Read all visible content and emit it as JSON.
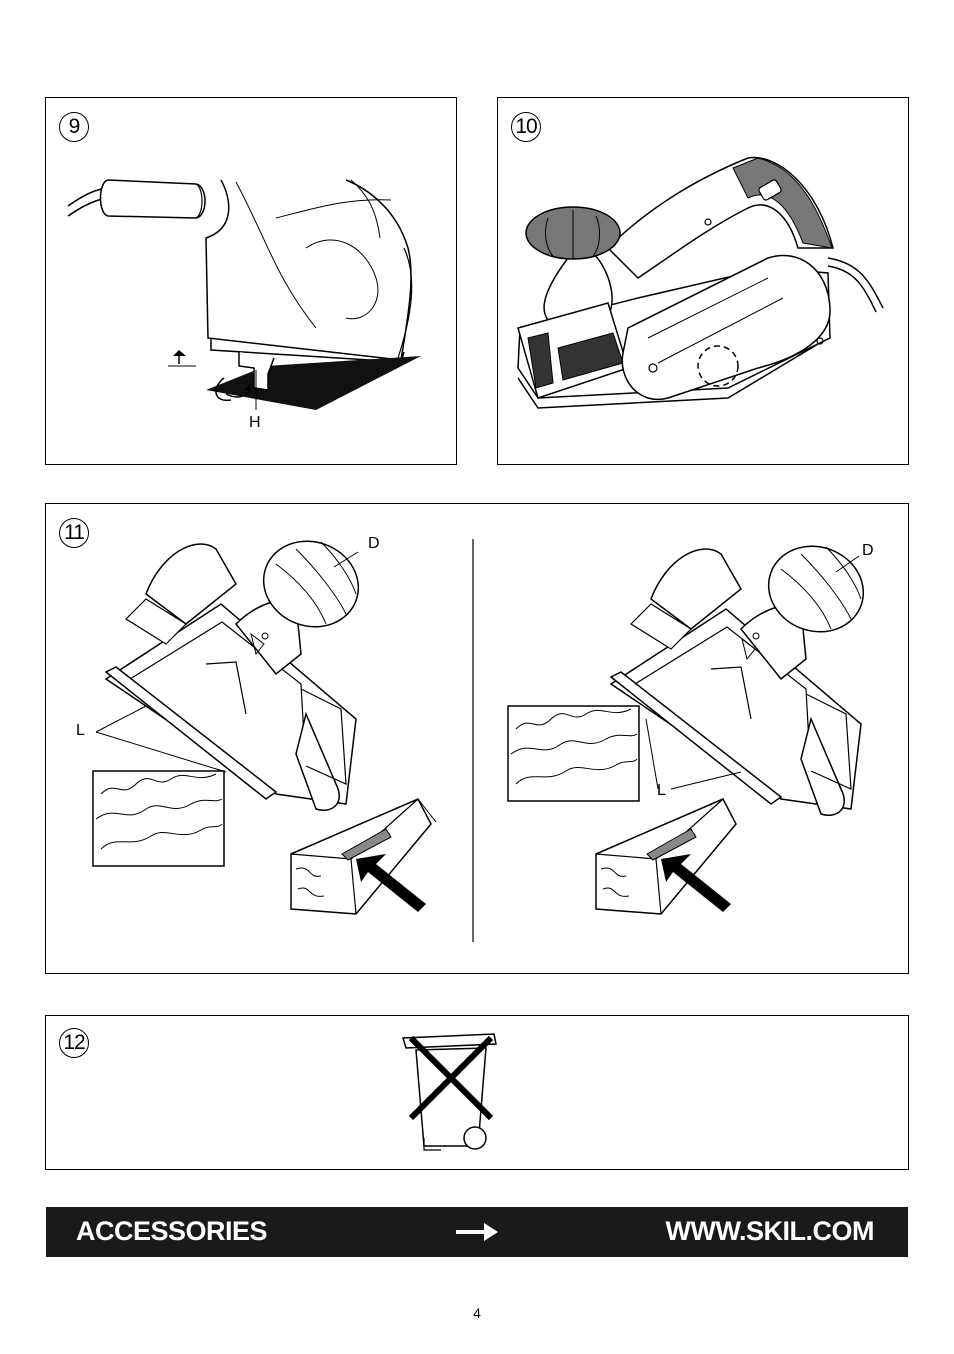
{
  "figures": {
    "fig9": {
      "number": "9",
      "label_h": "H"
    },
    "fig10": {
      "number": "10"
    },
    "fig11": {
      "number": "11",
      "left_label_d": "D",
      "left_label_l": "L",
      "right_label_d": "D",
      "right_label_l": "L"
    },
    "fig12": {
      "number": "12",
      "icon": "crossed-out-wheelie-bin-icon"
    }
  },
  "footer": {
    "accessories_label": "ACCESSORIES",
    "arrow_icon": "right-arrow-icon",
    "website_label": "WWW.SKIL.COM",
    "background_color": "#1a1a1a",
    "text_color": "#ffffff"
  },
  "page_number": "4"
}
